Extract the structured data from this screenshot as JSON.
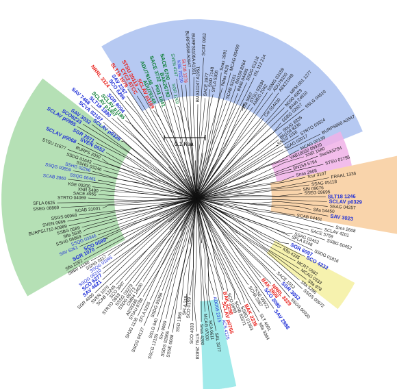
{
  "colors": {
    "black": "#1a1a1a",
    "red": "#e8211c",
    "blue": "#1f2fd6",
    "green": "#12803a",
    "clade_blue": "#a9c0f0",
    "clade_green": "#a8dba8",
    "clade_pink": "#f0b2e8",
    "clade_orange": "#f8cc9c",
    "clade_yellow": "#f5f0a0",
    "clade_cyan": "#8fe6e6"
  },
  "scale_bar": {
    "label": "0.1 Kaa"
  },
  "clades": [
    {
      "name": "blue-clade",
      "color": "clade_blue"
    },
    {
      "name": "green-clade",
      "color": "clade_green"
    },
    {
      "name": "pink-clade",
      "color": "clade_pink"
    },
    {
      "name": "orange-clade",
      "color": "clade_orange"
    },
    {
      "name": "yellow-clade",
      "color": "clade_yellow"
    },
    {
      "name": "cyan-clade",
      "color": "clade_cyan"
    }
  ],
  "leaves": [
    {
      "text": "SCLAV p0068",
      "color": "blue",
      "bold": true
    },
    {
      "text": "SVEN 0552",
      "color": "blue",
      "bold": true
    },
    {
      "text": "SGR 2071",
      "color": "blue",
      "bold": true
    },
    {
      "text": "SCLAV p0985",
      "color": "blue",
      "bold": true
    },
    {
      "text": "SCO6233",
      "color": "blue",
      "bold": true
    },
    {
      "text": "SAV 3032",
      "color": "blue",
      "bold": true
    },
    {
      "text": "SCLAV p0328",
      "color": "blue",
      "bold": true
    },
    {
      "text": "SCYA 02107",
      "color": "blue",
      "bold": true
    },
    {
      "text": "SAV 7468",
      "color": "blue",
      "bold": true
    },
    {
      "text": "SLT18 1880",
      "color": "blue",
      "bold": true
    },
    {
      "text": "SCLAV p1407",
      "color": "green",
      "bold": true
    },
    {
      "text": "SCLAV p1185",
      "color": "green",
      "bold": true
    },
    {
      "text": "SGR 6094",
      "color": "blue",
      "bold": true
    },
    {
      "text": "NRRL 3324",
      "color": "red",
      "bold": true
    },
    {
      "text": "SCO 6266",
      "color": "blue",
      "bold": true
    },
    {
      "text": "SAV 2267",
      "color": "blue",
      "bold": true
    },
    {
      "text": "SLT18 1076",
      "color": "red",
      "bold": true
    },
    {
      "text": "CYC2 ATCC",
      "color": "red",
      "bold": true
    },
    {
      "text": "STSU 20113",
      "color": "red",
      "bold": true
    },
    {
      "text": "SCLAV p1169",
      "color": "red",
      "bold": true
    },
    {
      "text": "ADU79149",
      "color": "green",
      "bold": true
    },
    {
      "text": "ADU79148",
      "color": "green",
      "bold": true
    },
    {
      "text": "PI01 1841",
      "color": "green",
      "bold": true
    },
    {
      "text": "SACE 3722",
      "color": "green",
      "bold": true
    },
    {
      "text": "BAK26793",
      "color": "green",
      "bold": true
    },
    {
      "text": "SACE 6700",
      "color": "green",
      "bold": true
    },
    {
      "text": "SGR 1269",
      "color": "green",
      "bold": false
    },
    {
      "text": "SVEN 4247",
      "color": "green",
      "bold": false
    },
    {
      "text": "KSE 70210",
      "color": "blue",
      "bold": false
    },
    {
      "text": "SLT18 1278",
      "color": "red",
      "bold": false
    },
    {
      "text": "BURPS668 A0947",
      "color": "black",
      "bold": false
    },
    {
      "text": "BURPS1106A A1351",
      "color": "black",
      "bold": false
    },
    {
      "text": "BMA10247 A1951",
      "color": "black",
      "bold": false
    },
    {
      "text": "SCAT 0952",
      "color": "black",
      "bold": false
    },
    {
      "text": "SACE 3977",
      "color": "black",
      "bold": false
    },
    {
      "text": "SSD 7148",
      "color": "black",
      "bold": false
    },
    {
      "text": "SFLA 5306",
      "color": "black",
      "bold": false
    },
    {
      "text": "Snas 1991",
      "color": "black",
      "bold": false
    },
    {
      "text": "Ndas 2620",
      "color": "black",
      "bold": false
    },
    {
      "text": "MCAG 05469",
      "color": "black",
      "bold": false
    },
    {
      "text": "SCAB 62161",
      "color": "black",
      "bold": false
    },
    {
      "text": "BN159 8264",
      "color": "black",
      "bold": false
    },
    {
      "text": "B446 04405",
      "color": "black",
      "bold": false
    },
    {
      "text": "SSDG 01216",
      "color": "black",
      "bold": false
    },
    {
      "text": "ISL 112 214",
      "color": "black",
      "bold": false
    },
    {
      "text": "Sfla 5667",
      "color": "black",
      "bold": false
    },
    {
      "text": "STSU 03594",
      "color": "black",
      "bold": false
    },
    {
      "text": "AMED 2042",
      "color": "black",
      "bold": false
    },
    {
      "text": "SSMG 03159",
      "color": "black",
      "bold": false
    },
    {
      "text": "ADU79150",
      "color": "black",
      "bold": false
    },
    {
      "text": "AEK21049",
      "color": "black",
      "bold": false
    },
    {
      "text": "Cst 014430",
      "color": "black",
      "bold": false
    },
    {
      "text": "MFM 001 1277",
      "color": "black",
      "bold": false
    },
    {
      "text": "ND90 4929",
      "color": "black",
      "bold": false
    },
    {
      "text": "B446 24610",
      "color": "black",
      "bold": false
    },
    {
      "text": "SSBG 02927",
      "color": "black",
      "bold": false
    },
    {
      "text": "SSLG 04610",
      "color": "black",
      "bold": false
    },
    {
      "text": "ShUG 8335",
      "color": "black",
      "bold": false
    },
    {
      "text": "BN159 8335",
      "color": "black",
      "bold": false
    },
    {
      "text": "SSGS 1156",
      "color": "black",
      "bold": false
    },
    {
      "text": "STRTO 03324",
      "color": "black",
      "bold": false
    },
    {
      "text": "SSAG 02017",
      "color": "black",
      "bold": false
    },
    {
      "text": "BURPS668 A0947",
      "color": "black",
      "bold": false
    },
    {
      "text": "MCAG 00139",
      "color": "black",
      "bold": false
    },
    {
      "text": "VAB18032 05920",
      "color": "black",
      "bold": false
    },
    {
      "text": "XNR 1580",
      "color": "black",
      "bold": false
    },
    {
      "text": "SseSK5794",
      "color": "black",
      "bold": false
    },
    {
      "text": "BN159 5794",
      "color": "black",
      "bold": false
    },
    {
      "text": "STSU 01795",
      "color": "black",
      "bold": false
    },
    {
      "text": "Snas 2608",
      "color": "black",
      "bold": false
    },
    {
      "text": "Tcur 3107",
      "color": "black",
      "bold": false
    },
    {
      "text": "FRAAL 1336",
      "color": "black",
      "bold": false
    },
    {
      "text": "SSAG 05118",
      "color": "black",
      "bold": false
    },
    {
      "text": "SBI 09676",
      "color": "black",
      "bold": false
    },
    {
      "text": "SSEG 09695",
      "color": "black",
      "bold": false
    },
    {
      "text": "SLT18 1246",
      "color": "blue",
      "bold": true
    },
    {
      "text": "SCLAV p0329",
      "color": "blue",
      "bold": true
    },
    {
      "text": "SSAG 04257",
      "color": "black",
      "bold": false
    },
    {
      "text": "Sfla 54450",
      "color": "black",
      "bold": false
    },
    {
      "text": "SAV 3023",
      "color": "blue",
      "bold": true
    },
    {
      "text": "SCAB 04461",
      "color": "black",
      "bold": false
    },
    {
      "text": "Sros 2608",
      "color": "black",
      "bold": false
    },
    {
      "text": "SCLAV 4201",
      "color": "black",
      "bold": false
    },
    {
      "text": "SACE 5759",
      "color": "black",
      "bold": false
    },
    {
      "text": "SSBG 00452",
      "color": "black",
      "bold": false
    },
    {
      "text": "SSAG 02452",
      "color": "black",
      "bold": false
    },
    {
      "text": "SFLA 5748",
      "color": "black",
      "bold": false
    },
    {
      "text": "SSDG 01816",
      "color": "black",
      "bold": false
    },
    {
      "text": "SGR 6097",
      "color": "blue",
      "bold": true
    },
    {
      "text": "SCO 4233",
      "color": "blue",
      "bold": true
    },
    {
      "text": "Kfla 4335",
      "color": "black",
      "bold": false
    },
    {
      "text": "MCRT 0582",
      "color": "black",
      "bold": false
    },
    {
      "text": "MCAG 0333",
      "color": "black",
      "bold": false
    },
    {
      "text": "Sfla 978",
      "color": "black",
      "bold": false
    },
    {
      "text": "Sfla 5296",
      "color": "black",
      "bold": false
    },
    {
      "text": "SSGS 00972",
      "color": "black",
      "bold": false
    },
    {
      "text": "SACE 1012",
      "color": "black",
      "bold": false
    },
    {
      "text": "SGR 3052",
      "color": "blue",
      "bold": true
    },
    {
      "text": "SSGS 00920",
      "color": "black",
      "bold": false
    },
    {
      "text": "NRRL 3329",
      "color": "red",
      "bold": true
    },
    {
      "text": "BAK 2698",
      "color": "red",
      "bold": true
    },
    {
      "text": "SCO 2085",
      "color": "blue",
      "bold": true
    },
    {
      "text": "SAV 2988",
      "color": "blue",
      "bold": true
    },
    {
      "text": "KSE 05922",
      "color": "black",
      "bold": false
    },
    {
      "text": "SCHA 2087",
      "color": "black",
      "bold": false
    },
    {
      "text": "SLT 4001",
      "color": "black",
      "bold": false
    },
    {
      "text": "Sfla 3384",
      "color": "black",
      "bold": false
    },
    {
      "text": "BAK 2338",
      "color": "red",
      "bold": true
    },
    {
      "text": "SSBG 01393",
      "color": "black",
      "bold": false
    },
    {
      "text": "SCAB 83371",
      "color": "black",
      "bold": false
    },
    {
      "text": "SCO 0499",
      "color": "black",
      "bold": false
    },
    {
      "text": "BAK 2298",
      "color": "red",
      "bold": true
    },
    {
      "text": "SCLAV p0765",
      "color": "red",
      "bold": true
    },
    {
      "text": "ACS 4125",
      "color": "blue",
      "bold": false
    },
    {
      "text": "ADO05 2315",
      "color": "blue",
      "bold": false
    },
    {
      "text": "SAL 3377",
      "color": "black",
      "bold": false
    },
    {
      "text": "SCA 0611",
      "color": "black",
      "bold": false
    },
    {
      "text": "MCAG 07000",
      "color": "black",
      "bold": false
    },
    {
      "text": "Snas 4280",
      "color": "black",
      "bold": false
    },
    {
      "text": "STSU 25838",
      "color": "black",
      "bold": false
    },
    {
      "text": "SCO 4033",
      "color": "black",
      "bold": false
    },
    {
      "text": "SCO 0159",
      "color": "black",
      "bold": false
    },
    {
      "text": "SFLA 319",
      "color": "black",
      "bold": false
    },
    {
      "text": "SSD 1966",
      "color": "black",
      "bold": false
    },
    {
      "text": "SSSE 6008",
      "color": "black",
      "bold": false
    },
    {
      "text": "SSDG 02866",
      "color": "black",
      "bold": false
    },
    {
      "text": "Strv 9069",
      "color": "black",
      "bold": false
    },
    {
      "text": "SSCG 12155",
      "color": "black",
      "bold": false
    },
    {
      "text": "SSLG 640",
      "color": "black",
      "bold": false
    },
    {
      "text": "SSDG 05066",
      "color": "black",
      "bold": false
    },
    {
      "text": "SSGG 04127",
      "color": "black",
      "bold": false
    },
    {
      "text": "SFLA 5255",
      "color": "black",
      "bold": false
    },
    {
      "text": "SHJG 1138",
      "color": "black",
      "bold": false
    },
    {
      "text": "STIAU 8788",
      "color": "black",
      "bold": false
    },
    {
      "text": "AE03336",
      "color": "black",
      "bold": false
    },
    {
      "text": "CMB4 14630",
      "color": "black",
      "bold": false
    },
    {
      "text": "SSDG 06773",
      "color": "black",
      "bold": false
    },
    {
      "text": "SSSG 03279",
      "color": "black",
      "bold": false
    },
    {
      "text": "STRTO 0659",
      "color": "black",
      "bold": false
    },
    {
      "text": "SCO 3997",
      "color": "black",
      "bold": false
    },
    {
      "text": "SCAB 12245",
      "color": "black",
      "bold": false
    },
    {
      "text": "SVEN 1070",
      "color": "black",
      "bold": false
    },
    {
      "text": "SGR 4300",
      "color": "black",
      "bold": false
    },
    {
      "text": "SAV 4621",
      "color": "blue",
      "bold": true
    },
    {
      "text": "SCO 6277",
      "color": "blue",
      "bold": true
    },
    {
      "text": "SSQG 06210",
      "color": "blue",
      "bold": false
    },
    {
      "text": "SSQG 01065",
      "color": "blue",
      "bold": false
    },
    {
      "text": "SSHG 0117",
      "color": "black",
      "bold": false
    },
    {
      "text": "SBB0 11180",
      "color": "black",
      "bold": false
    },
    {
      "text": "Sfla 2262",
      "color": "black",
      "bold": false
    },
    {
      "text": "SGR 1070",
      "color": "blue",
      "bold": true
    },
    {
      "text": "SCO 0599",
      "color": "blue",
      "bold": true
    },
    {
      "text": "SAV 6261",
      "color": "blue",
      "bold": false
    },
    {
      "text": "SSQG 03346",
      "color": "blue",
      "bold": false
    },
    {
      "text": "SSHG 06869",
      "color": "black",
      "bold": false
    },
    {
      "text": "Sfla 5608",
      "color": "black",
      "bold": false
    },
    {
      "text": "SSBG 0589",
      "color": "black",
      "bold": false
    },
    {
      "text": "BURPS1710 A0989",
      "color": "black",
      "bold": false
    },
    {
      "text": "SVEN 0689",
      "color": "black",
      "bold": false
    },
    {
      "text": "SSGS 00968",
      "color": "black",
      "bold": false
    },
    {
      "text": "SCAB 31001",
      "color": "black",
      "bold": false
    },
    {
      "text": "SSEG 08869",
      "color": "black",
      "bold": false
    },
    {
      "text": "SFLA 0625",
      "color": "black",
      "bold": false
    },
    {
      "text": "STRTO 04069",
      "color": "black",
      "bold": false
    },
    {
      "text": "SACE 4955",
      "color": "black",
      "bold": false
    },
    {
      "text": "XNR 5490",
      "color": "black",
      "bold": false
    },
    {
      "text": "KSE 00200",
      "color": "black",
      "bold": false
    },
    {
      "text": "SCAB 2860",
      "color": "blue",
      "bold": false
    },
    {
      "text": "SSQG 06461",
      "color": "blue",
      "bold": false
    },
    {
      "text": "SSQG 00859",
      "color": "blue",
      "bold": false
    },
    {
      "text": "SSHG 02296",
      "color": "blue",
      "bold": false
    },
    {
      "text": "SSHG 03246",
      "color": "black",
      "bold": false
    },
    {
      "text": "SSDG 01643",
      "color": "black",
      "bold": false
    },
    {
      "text": "STSU 11677",
      "color": "black",
      "bold": false
    },
    {
      "text": "BURPS 2000",
      "color": "black",
      "bold": false
    }
  ]
}
